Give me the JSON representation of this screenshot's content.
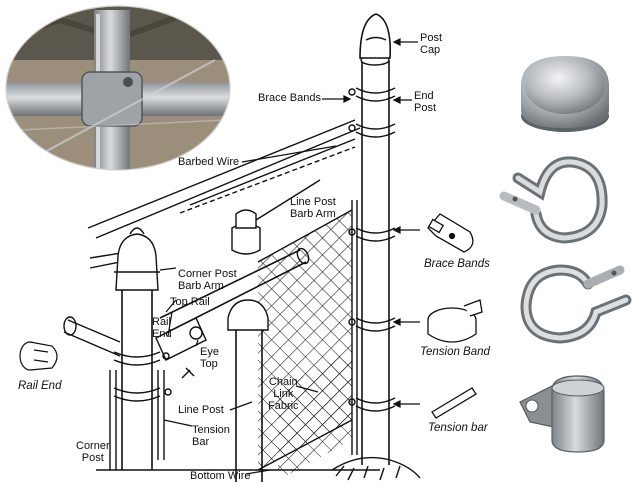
{
  "labels": {
    "post_cap": "Post\nCap",
    "brace_bands_top": "Brace Bands",
    "end_post": "End\nPost",
    "barbed_wire": "Barbed Wire",
    "line_post_barb_arm": "Line Post\nBarb Arm",
    "corner_post_barb_arm": "Corner Post\nBarb Arm",
    "top_rail": "Top Rail",
    "rail_end": "Rail\nEnd",
    "eye_top": "Eye\nTop",
    "line_post": "Line Post",
    "tension_bar": "Tension\nBar",
    "corner_post": "Corner\nPost",
    "bottom_wire": "Bottom Wire",
    "chain_link_fabric": "Chain\nLink\nFabric",
    "rail_end_part": "Rail End",
    "brace_bands_part": "Brace Bands",
    "tension_band_part": "Tension Band",
    "tension_bar_part": "Tension bar"
  },
  "colors": {
    "ink": "#111111",
    "metal_light": "#e4e6e8",
    "metal_mid": "#a6abb0",
    "metal_dark": "#5f6468"
  }
}
